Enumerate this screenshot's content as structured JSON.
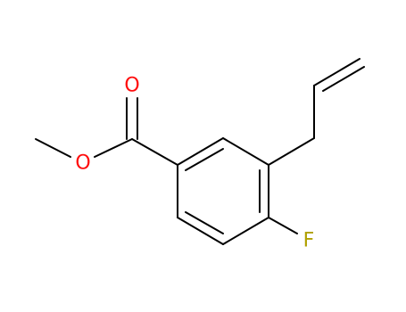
{
  "molecule": {
    "atoms": [
      {
        "id": "o_carbonyl",
        "label": "O",
        "color": "#ff0d0d"
      },
      {
        "id": "o_ester",
        "label": "O",
        "color": "#ff0d0d"
      },
      {
        "id": "f",
        "label": "F",
        "color": "#b0a000"
      }
    ],
    "colors": {
      "bond": "#000000",
      "oxygen": "#ff0d0d",
      "fluorine": "#b0a000",
      "background": "#ffffff"
    }
  }
}
